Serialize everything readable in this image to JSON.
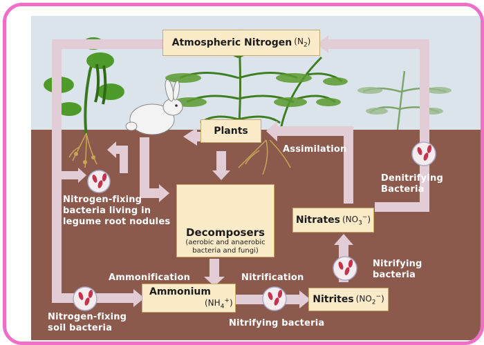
{
  "labels": {
    "atmospheric_nitrogen": "Atmospheric Nitrogen",
    "atmospheric_formula": "(N",
    "atmospheric_formula_sub": "2",
    "atmospheric_formula_close": ")",
    "plants": "Plants",
    "decomposers": "Decomposers",
    "decomposers_note_1": "(aerobic and anaerobic",
    "decomposers_note_2": "bacteria and fungi)",
    "ammonium": "Ammonium",
    "ammonium_formula": "(NH",
    "ammonium_formula_sub": "4",
    "ammonium_formula_sup": "+",
    "ammonium_formula_close": ")",
    "nitrites": "Nitrites",
    "nitrites_formula": "(NO",
    "nitrites_formula_sub": "2",
    "nitrites_formula_sup": "−",
    "nitrites_formula_close": ")",
    "nitrates": "Nitrates",
    "nitrates_formula": "(NO",
    "nitrates_formula_sub": "3",
    "nitrates_formula_sup": "−",
    "nitrates_formula_close": ")",
    "assimilation": "Assimilation",
    "denitrifying_1": "Denitrifying",
    "denitrifying_2": "Bacteria",
    "legume_1": "Nitrogen-fixing",
    "legume_2": "bacteria living in",
    "legume_3": "legume root nodules",
    "ammonification": "Ammonification",
    "nitrification": "Nitrification",
    "soil_1": "Nitrogen-fixing",
    "soil_2": "soil bacteria",
    "nitrifying_1": "Nitrifying",
    "nitrifying_2": "bacteria",
    "nitrifying_bottom": "Nitrifying bacteria"
  },
  "colors": {
    "frame": "#f06ec8",
    "sky": "#dbe4ea",
    "soil": "#8c5a4d",
    "arrow": "#e2cdd6",
    "box_fill": "#fbebc8",
    "box_border": "#c8a76a",
    "bacteria": "#c5344f",
    "label_text": "#ffffff"
  },
  "icons": [
    "rabbit-icon",
    "bean-plant-icon",
    "fern-icon",
    "mushroom-icon",
    "bacteria-icon"
  ]
}
